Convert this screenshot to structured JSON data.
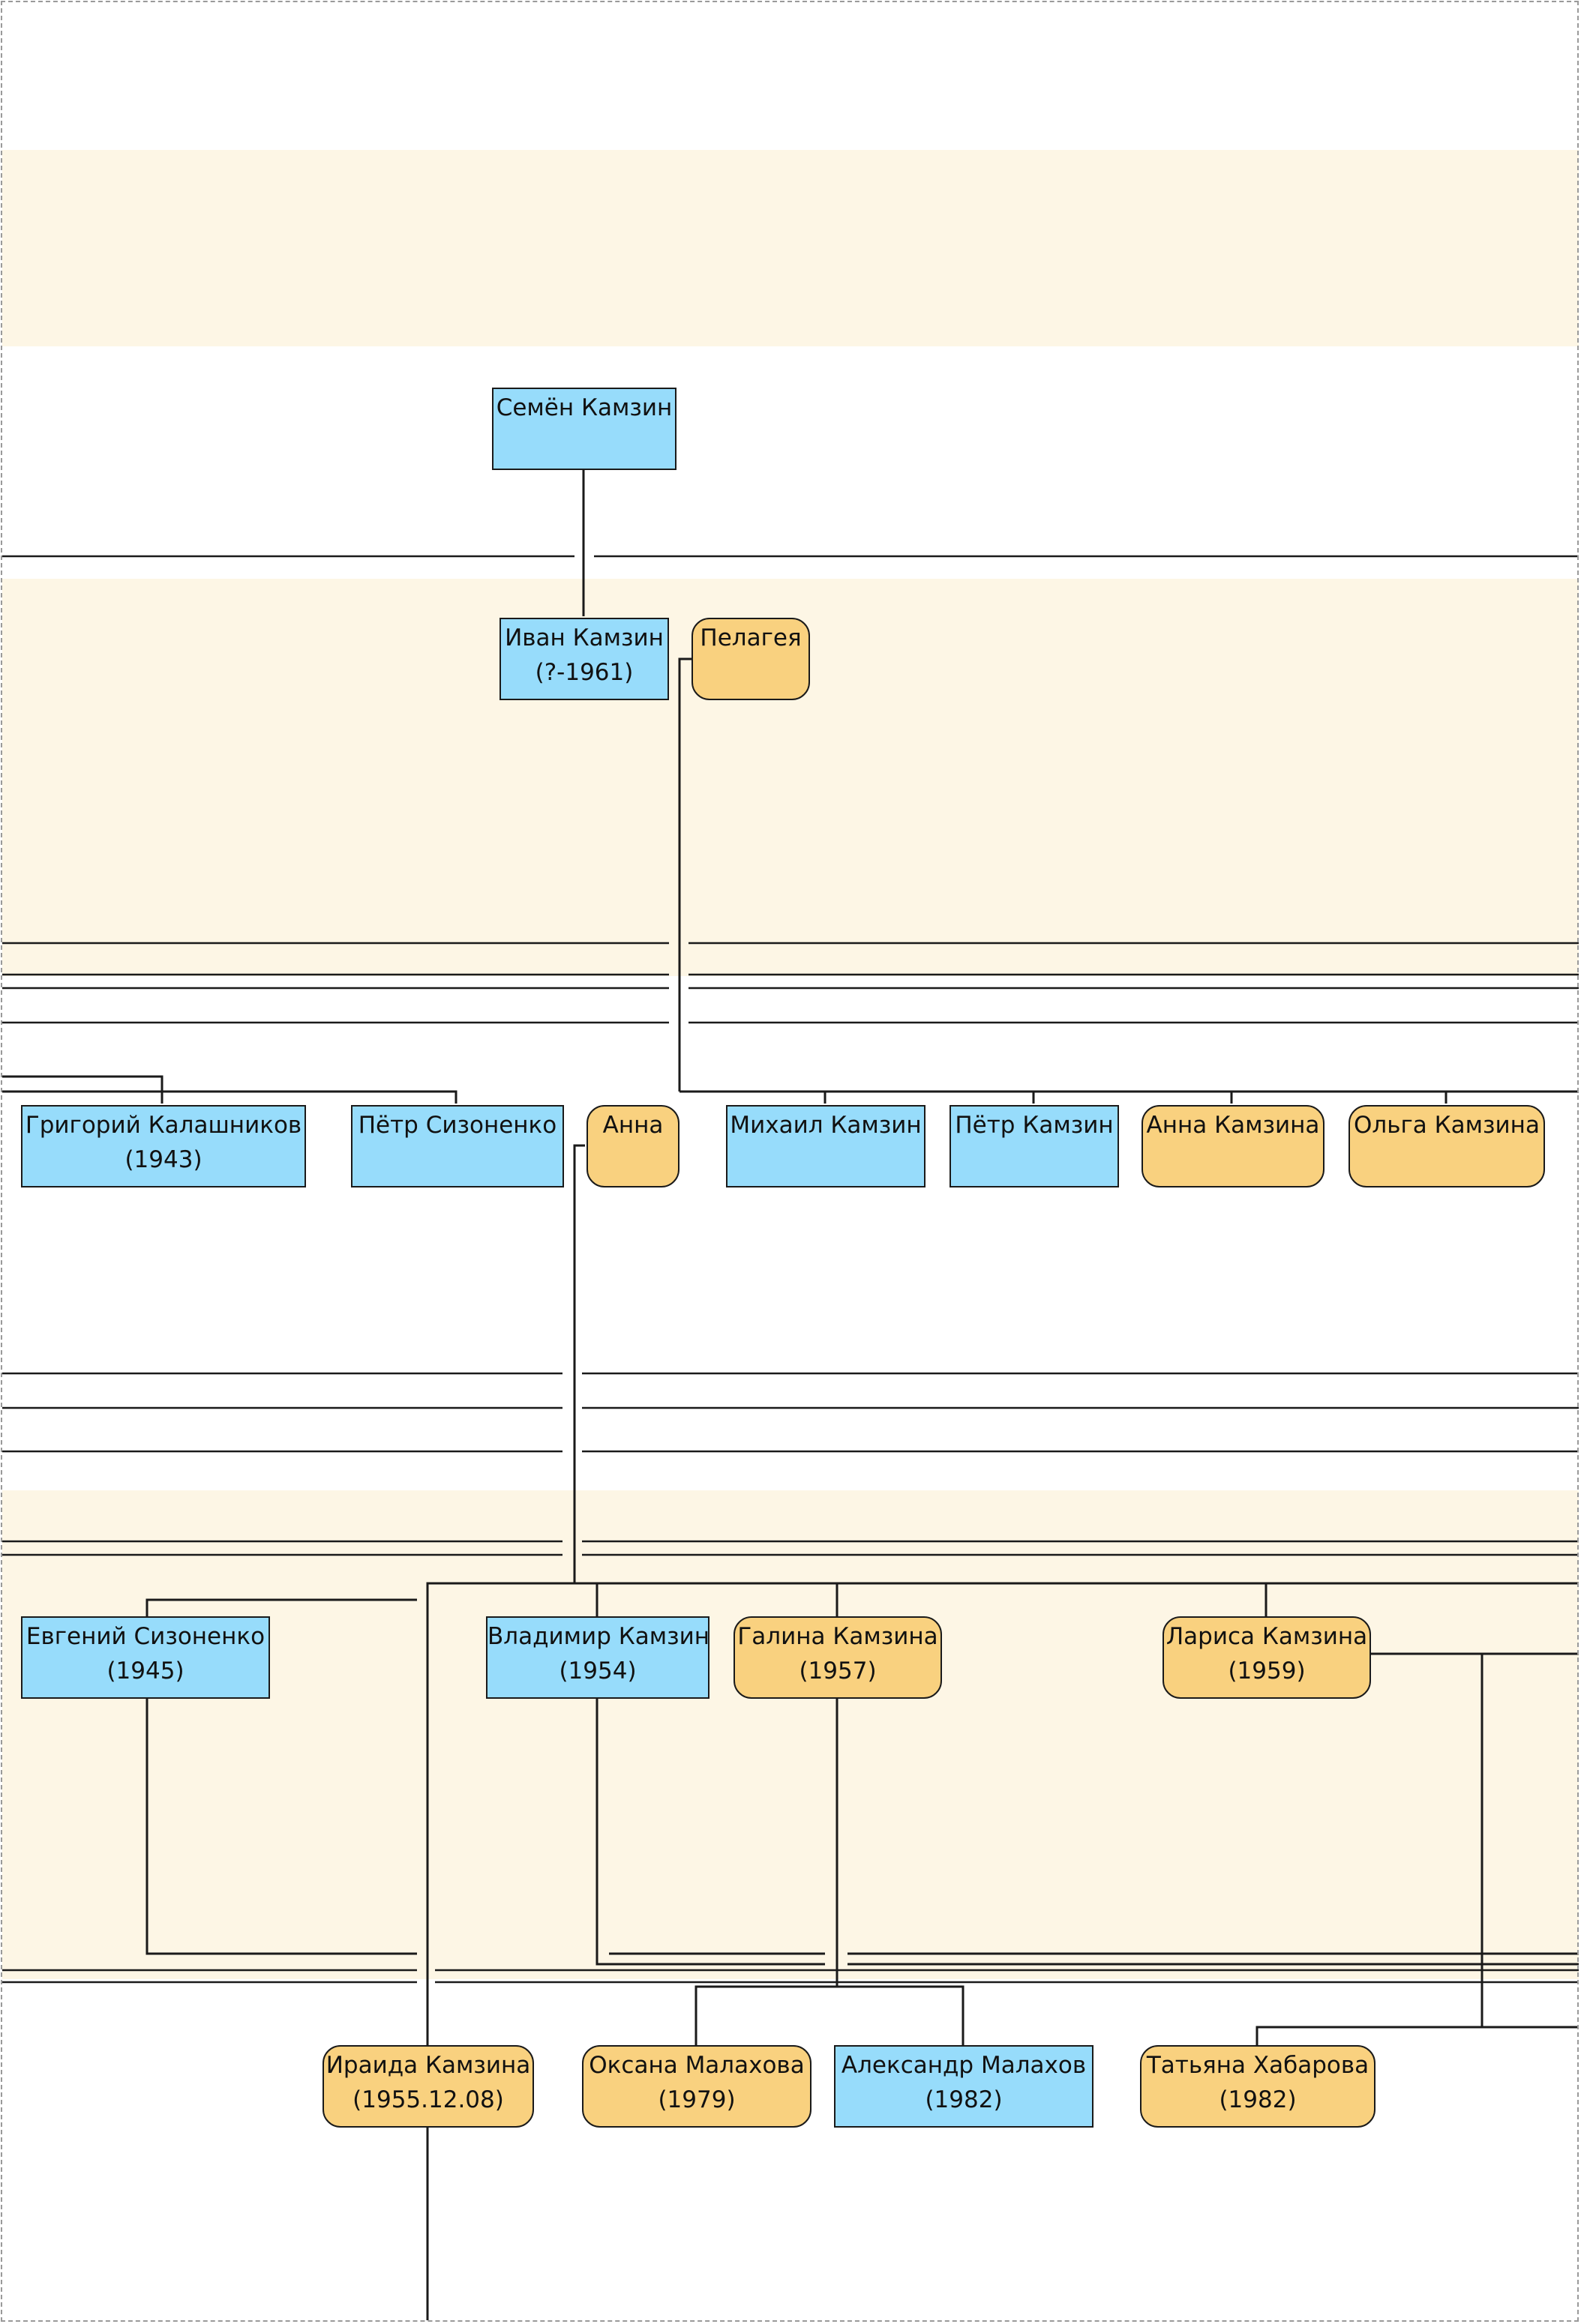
{
  "colors": {
    "male_fill": "#97dcfb",
    "female_fill": "#f9d17f",
    "band_fill": "#fdf6e5",
    "line": "#1a1a1a"
  },
  "people": {
    "semyon": {
      "name": "Семён Камзин"
    },
    "ivan": {
      "name": "Иван Камзин",
      "years": "(?-1961)"
    },
    "pelageya": {
      "name": "Пелагея"
    },
    "grigory": {
      "name": "Григорий Калашников",
      "years": "(1943)"
    },
    "petr_s": {
      "name": "Пётр Сизоненко"
    },
    "anna": {
      "name": "Анна"
    },
    "mikhail": {
      "name": "Михаил Камзин"
    },
    "petr_k": {
      "name": "Пётр Камзин"
    },
    "anna_k": {
      "name": "Анна Камзина"
    },
    "olga": {
      "name": "Ольга Камзина"
    },
    "evgeny": {
      "name": "Евгений Сизоненко",
      "years": "(1945)"
    },
    "vladimir": {
      "name": "Владимир Камзин",
      "years": "(1954)"
    },
    "galina": {
      "name": "Галина Камзина",
      "years": "(1957)"
    },
    "larisa": {
      "name": "Лариса Камзина",
      "years": "(1959)"
    },
    "iraida": {
      "name": "Ираида Камзина",
      "years": "(1955.12.08)"
    },
    "oksana": {
      "name": "Оксана Малахова",
      "years": "(1979)"
    },
    "alexander": {
      "name": "Александр Малахов",
      "years": "(1982)"
    },
    "tatyana": {
      "name": "Татьяна Хабарова",
      "years": "(1982)"
    }
  }
}
